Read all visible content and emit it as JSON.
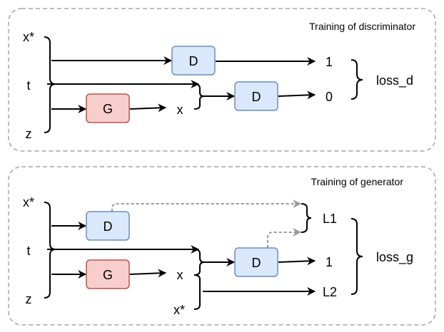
{
  "top": {
    "title": "Training of discriminator",
    "inputs": {
      "x_star": "x*",
      "t": "t",
      "z": "z"
    },
    "blocks": {
      "d1": "D",
      "g": "G",
      "d2": "D"
    },
    "intermediate": {
      "x": "x"
    },
    "outputs": {
      "one": "1",
      "zero": "0"
    },
    "loss": "loss_d"
  },
  "bottom": {
    "title": "Training of generator",
    "inputs": {
      "x_star": "x*",
      "t": "t",
      "z": "z",
      "x_star2": "x*"
    },
    "blocks": {
      "d1": "D",
      "g": "G",
      "d2": "D"
    },
    "intermediate": {
      "x": "x"
    },
    "outputs": {
      "l1": "L1",
      "one": "1",
      "l2": "L2"
    },
    "loss": "loss_g"
  },
  "colors": {
    "d_fill": "#dae8fc",
    "d_stroke": "#6c8ebf",
    "g_fill": "#f8cecc",
    "g_stroke": "#b85450",
    "frame": "#a6a6a6",
    "dashed_arrow": "#999999"
  }
}
